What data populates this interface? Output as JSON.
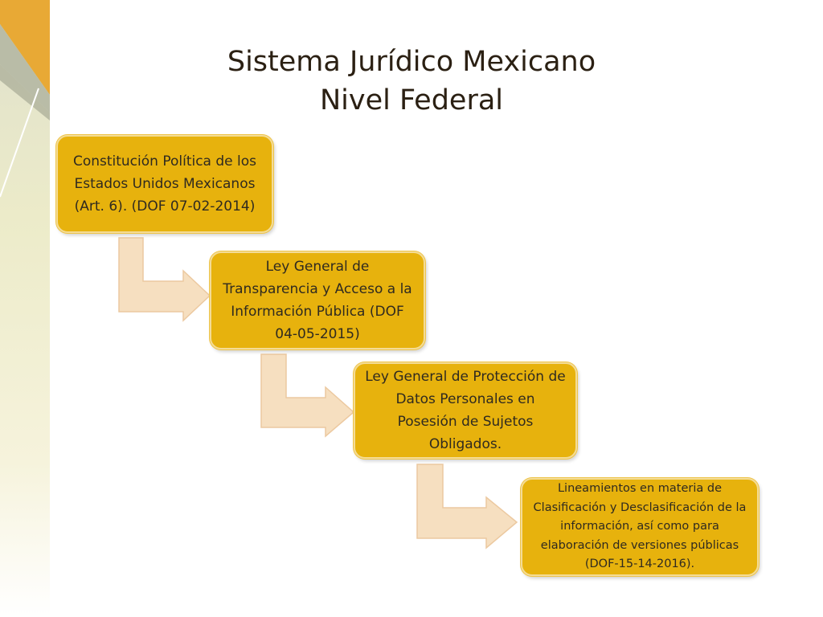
{
  "title": {
    "line1": "Sistema Jurídico Mexicano",
    "line2": "Nivel Federal"
  },
  "steps": [
    {
      "text": "Constitución Política de los Estados Unidos Mexicanos (Art.  6). (DOF 07-02-2014)"
    },
    {
      "text": "Ley General de Transparencia y Acceso a la Información Pública (DOF 04-05-2015)"
    },
    {
      "text": "Ley General de Protección de Datos Personales en Posesión de Sujetos Obligados."
    },
    {
      "text": "Lineamientos en materia de Clasificación y Desclasificación de la información, así como para elaboración de versiones públicas (DOF-15-14-2016)."
    }
  ],
  "colors": {
    "box_fill": "#e7b20d",
    "box_border": "#f4dc96",
    "arrow_fill": "#f6dfc0",
    "title_text": "#2b2013",
    "deco_gold": "#e8a935",
    "deco_gray": "#b9bca7"
  }
}
